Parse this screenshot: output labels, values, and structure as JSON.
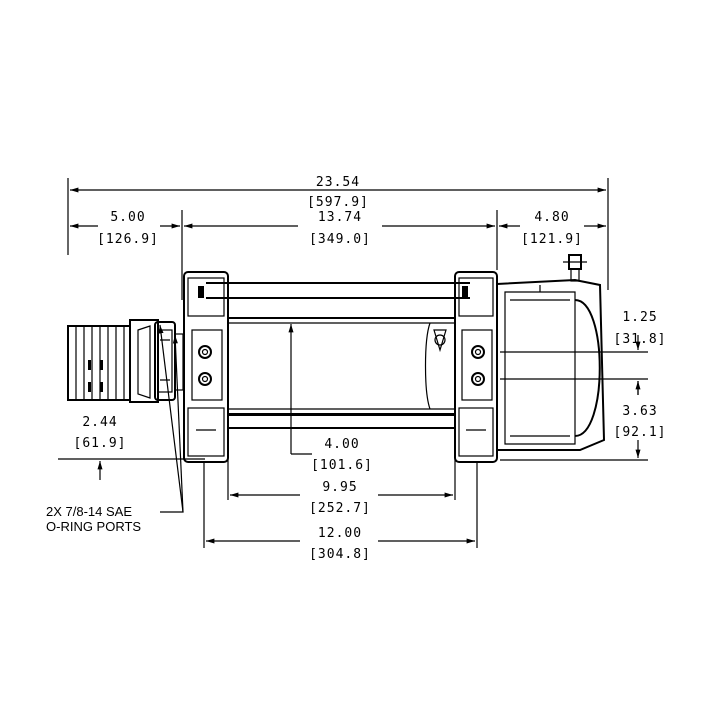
{
  "drawing": {
    "dimensions": {
      "overall": {
        "in": "23.54",
        "mm": "[597.9]"
      },
      "motor_offset": {
        "in": "5.00",
        "mm": "[126.9]"
      },
      "drum_span": {
        "in": "13.74",
        "mm": "[349.0]"
      },
      "brake_offset": {
        "in": "4.80",
        "mm": "[121.9]"
      },
      "bolt_spacing": {
        "in": "1.25",
        "mm": "[31.8]"
      },
      "bolt_height": {
        "in": "3.63",
        "mm": "[92.1]"
      },
      "motor_height": {
        "in": "2.44",
        "mm": "[61.9]"
      },
      "drum_diameter": {
        "in": "4.00",
        "mm": "[101.6]"
      },
      "drum_length": {
        "in": "9.95",
        "mm": "[252.7]"
      },
      "mount_span": {
        "in": "12.00",
        "mm": "[304.8]"
      }
    },
    "note": {
      "line1": "2X 7/8-14 SAE",
      "line2": "O-RING PORTS"
    }
  }
}
